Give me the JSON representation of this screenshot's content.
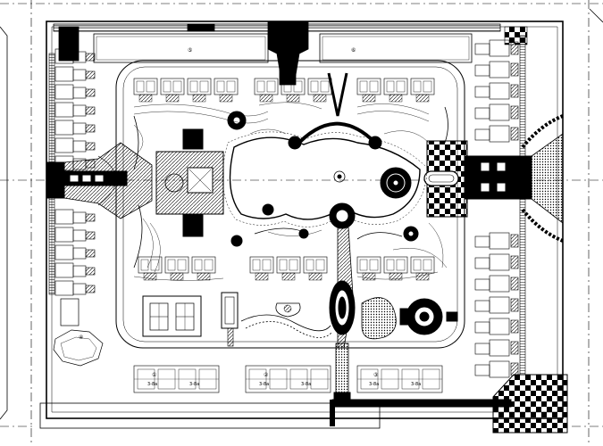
{
  "drawing": {
    "stroke_color": "#000000",
    "background_color": "#ffffff",
    "labels": {
      "north_block_left": "⑤",
      "north_block_right": "⑥",
      "south_units": [
        {
          "num": "①",
          "code1": "3-8a",
          "code2": "3-8a"
        },
        {
          "num": "②",
          "code1": "3-8a",
          "code2": "3-8a"
        },
        {
          "num": "③",
          "code1": "3-8a",
          "code2": "3-8a"
        }
      ],
      "west_corner_block": "④"
    }
  }
}
